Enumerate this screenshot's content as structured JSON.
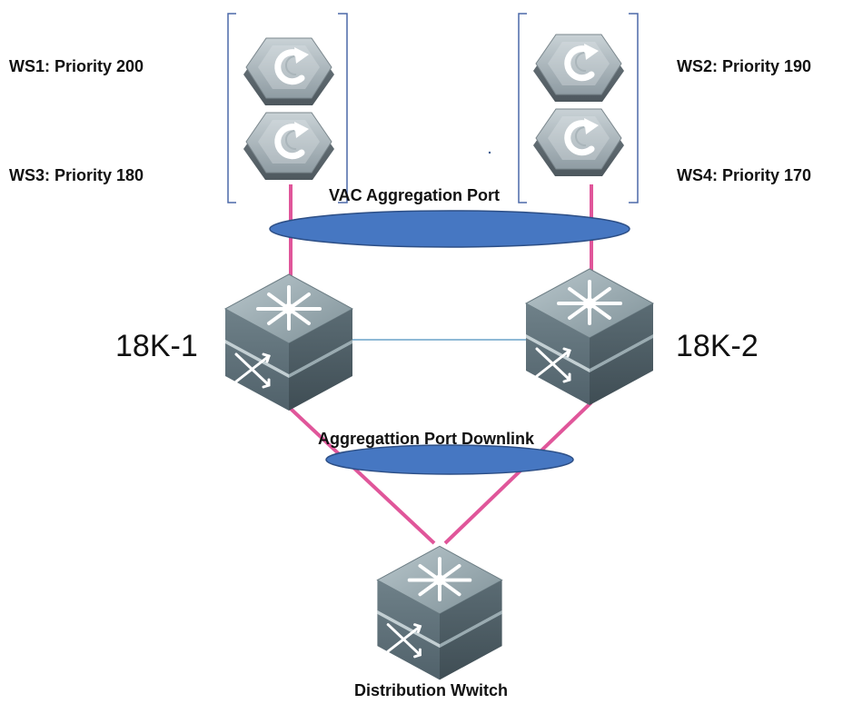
{
  "ws": [
    {
      "label": "WS1: Priority 200"
    },
    {
      "label": "WS2: Priority  190"
    },
    {
      "label": "WS3: Priority 180"
    },
    {
      "label": "WS4: Priority  170"
    }
  ],
  "vac_label": "VAC Aggregation  Port",
  "switch_left": "18K-1",
  "switch_right": "18K-2",
  "downlink_label": "Aggregattion Port Downlink",
  "bottom_label": "Distribution Wwitch",
  "colors": {
    "link": "#e0569a",
    "ellipse_fill": "#4677c2",
    "ellipse_stroke": "#2d4f86",
    "bracket": "#4b68a8",
    "peer_link": "#6aa4c8"
  },
  "icons": {
    "ws": "wireless-controller-icon",
    "core": "core-switch-icon",
    "access": "distribution-switch-icon"
  }
}
